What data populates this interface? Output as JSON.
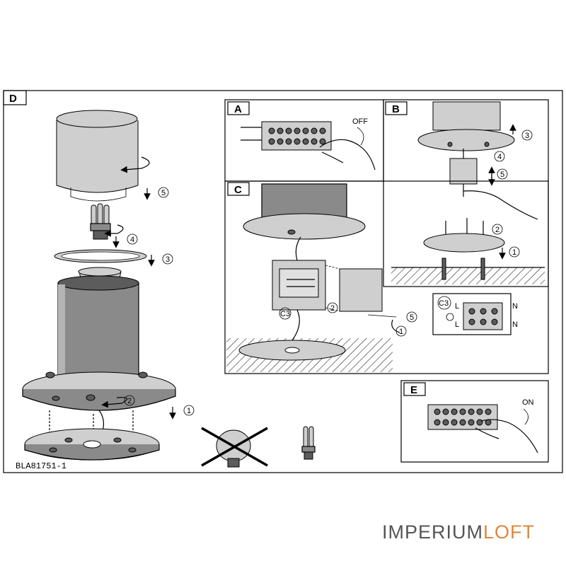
{
  "panels": {
    "a": {
      "label": "A",
      "switch_label": "OFF"
    },
    "b": {
      "label": "B",
      "steps": [
        "3",
        "4",
        "5",
        "2",
        "1"
      ]
    },
    "c": {
      "label": "C",
      "steps": [
        "C3",
        "2",
        "5",
        "1"
      ],
      "inset_label": "C3",
      "terminal_l": "L",
      "terminal_n": "N"
    },
    "d": {
      "label": "D",
      "steps": [
        "5",
        "4",
        "3",
        "2",
        "1"
      ],
      "model_code": "BLA81751-1"
    },
    "e": {
      "label": "E",
      "switch_label": "ON"
    }
  },
  "watermark": {
    "part1": "IMPERIUM",
    "part2": "LOFT",
    "color1": "#555555",
    "color2": "#e0873a"
  }
}
